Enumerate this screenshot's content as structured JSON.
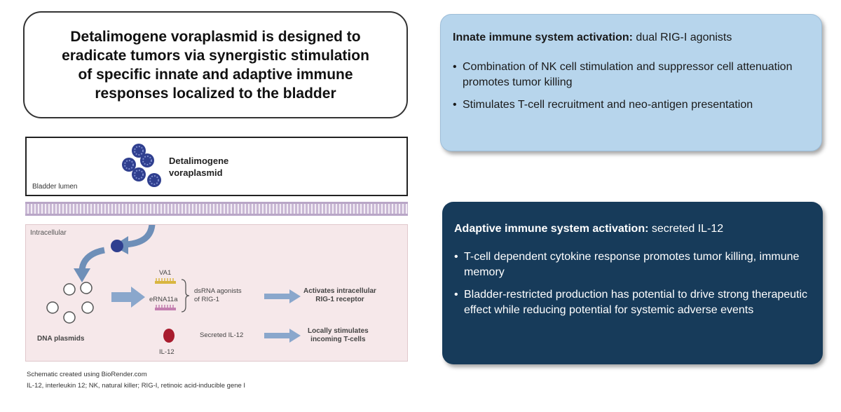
{
  "title": "Detalimogene voraplasmid is designed to\neradicate tumors via synergistic stimulation\nof specific innate and adaptive immune\nresponses localized to the bladder",
  "diagram": {
    "drug_label": "Detalimogene\nvoraplasmid",
    "lumen_label": "Bladder lumen",
    "intracellular_label": "Intracellular",
    "dna_label": "DNA plasmids",
    "va1_label": "VA1",
    "erna_label": "eRNA11a",
    "dsrna_label": "dsRNA agonists\nof RIG-1",
    "activates_label": "Activates intracellular\nRIG-1 receptor",
    "il12_label": "IL-12",
    "secreted_label": "Secreted IL-12",
    "stimulates_label": "Locally stimulates\nincoming T-cells",
    "colors": {
      "plasmid": "#2f3f8f",
      "il12": "#a81c2e",
      "cell_bg": "#f6e8ea",
      "arrow": "#6e8fb8"
    }
  },
  "footnotes": {
    "line1": "Schematic created using BioRender.com",
    "line2": "IL-12, interleukin 12; NK, natural killer; RIG-I, retinoic acid-inducible gene I"
  },
  "innate": {
    "head_bold": "Innate immune system activation:",
    "head_rest": " dual RIG-I agonists",
    "bullets": [
      "Combination of NK cell stimulation and suppressor cell attenuation promotes tumor killing",
      "Stimulates T-cell recruitment and neo-antigen presentation"
    ],
    "color": "#b7d5ec"
  },
  "adaptive": {
    "head_bold": "Adaptive immune system activation:",
    "head_rest": " secreted IL-12",
    "bullets": [
      "T-cell dependent cytokine response promotes tumor killing, immune memory",
      "Bladder-restricted production has potential to drive strong therapeutic effect while reducing potential for systemic adverse events"
    ],
    "color": "#173b5a"
  }
}
